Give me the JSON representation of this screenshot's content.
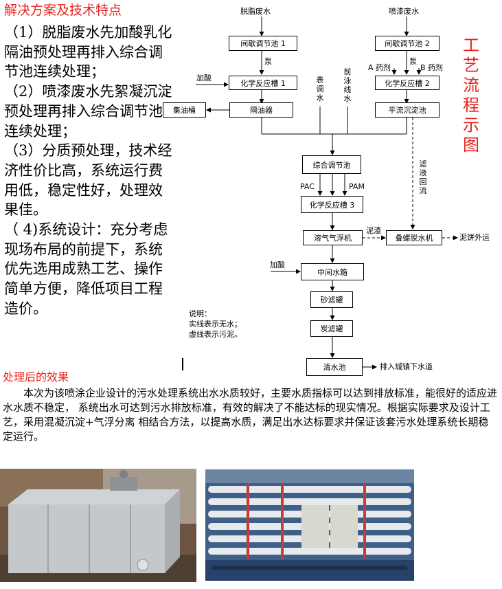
{
  "solution_heading": "解决方案及技术特点",
  "features": [
    "（1）脱脂废水先加酸乳化隔油预处理再排入综合调节池连续处理；",
    "（2）喷漆废水先絮凝沉淀预处理再排入综合调节池连续处理；",
    "（3）分质预处理，技术经济性价比高，系统运行费用低，稳定性好，处理效果佳。",
    "（ 4)系统设计：充分考虑现场布局的前提下，系统优先选用成熟工艺、操作简单方便，降低项目工程造价。"
  ],
  "flow": {
    "side_title": "工艺流程示图",
    "sources": {
      "degrease": "脱脂废水",
      "spray": "喷漆废水"
    },
    "boxes": {
      "adjust1": "间歇调节池 1",
      "adjust2": "间歇调节池 2",
      "react1": "化学反应槽 1",
      "react2": "化学反应槽 2",
      "separator": "隔油器",
      "oil_tank": "集油桶",
      "settle": "平流沉淀池",
      "combined": "综合调节池",
      "react3": "化学反应槽 3",
      "flotation": "溶气气浮机",
      "dewater": "叠螺脱水机",
      "mid_tank": "中间水箱",
      "sand": "砂滤罐",
      "carbon": "炭滤罐",
      "clear": "清水池"
    },
    "labels": {
      "pump1": "泵",
      "pump2": "泵",
      "add_acid1": "加酸",
      "add_acid2": "加酸",
      "agent_a": "A 药剂",
      "agent_b": "B 药剂",
      "surface_water": "表调水",
      "pre_line_water": "前泳线水",
      "filtrate_return": "滤液回流",
      "pac": "PAC",
      "pam": "PAM",
      "sludge": "泥渣",
      "cake_out": "泥饼外运",
      "discharge": "排入城镇下水道"
    },
    "note": {
      "title": "说明：",
      "solid": "实线表示无水；",
      "dashed": "虚线表示污泥。"
    }
  },
  "effect_heading": "处理后的效果",
  "effect_text": "本次为该喷涂企业设计的污水处理系统出水水质较好，主要水质指标可以达到排放标准，能很好的适应进水水质不稳定，  系统出水可达到污水排放标准，有效的解决了不能达标的现实情况。根据实际要求及设计工艺，采用混凝沉淀+气浮分离 相结合方法，以提高水质，满足出水达标要求并保证该套污水处理系统长期稳定运行。",
  "colors": {
    "heading_red": "#e8211b",
    "line": "#000000"
  }
}
